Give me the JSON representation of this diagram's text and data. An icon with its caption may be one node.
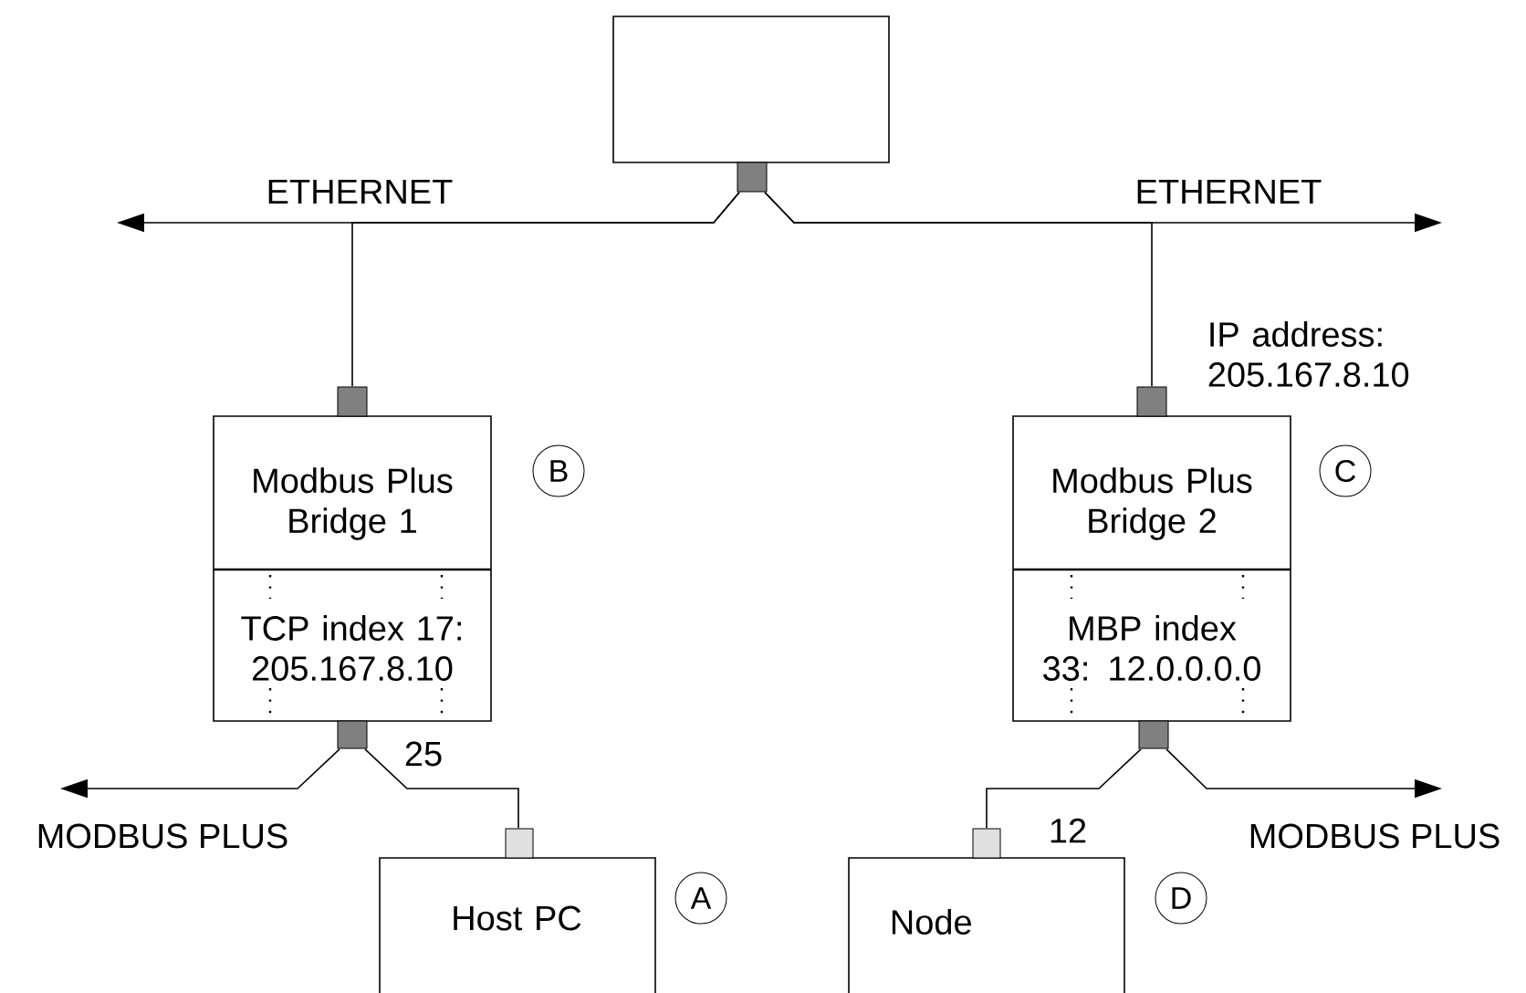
{
  "diagram": {
    "nodes": [
      {
        "text": [],
        "shape": "box"
      },
      {
        "text": [
          "Modbus Plus Bridge 1",
          "TCP index 17: 205.167.8.10"
        ],
        "beside": [
          "B"
        ]
      },
      {
        "text": [
          "Modbus Plus Bridge 2",
          "MBP index 33: 12.0.0.0.0"
        ],
        "beside": [
          "C",
          "IP address: 205.167.8.10"
        ]
      },
      {
        "text": [
          "Host PC"
        ],
        "beside": [
          "A"
        ]
      },
      {
        "text": [
          "Node"
        ],
        "beside": [
          "D"
        ]
      }
    ],
    "edges": [
      {
        "from": 0,
        "to": null,
        "arrow": "to",
        "label": "ETHERNET"
      },
      {
        "from": 0,
        "to": null,
        "arrow": "to",
        "label": "ETHERNET"
      },
      {
        "from": 0,
        "to": 1,
        "arrow": "none"
      },
      {
        "from": 0,
        "to": 2,
        "arrow": "none"
      },
      {
        "from": 1,
        "to": null,
        "arrow": "to",
        "label": "MODBUS PLUS"
      },
      {
        "from": 1,
        "to": 3,
        "arrow": "none",
        "label": "25"
      },
      {
        "from": 2,
        "to": null,
        "arrow": "to",
        "label": "MODBUS PLUS"
      },
      {
        "from": 2,
        "to": 4,
        "arrow": "none",
        "label": "12"
      }
    ]
  }
}
